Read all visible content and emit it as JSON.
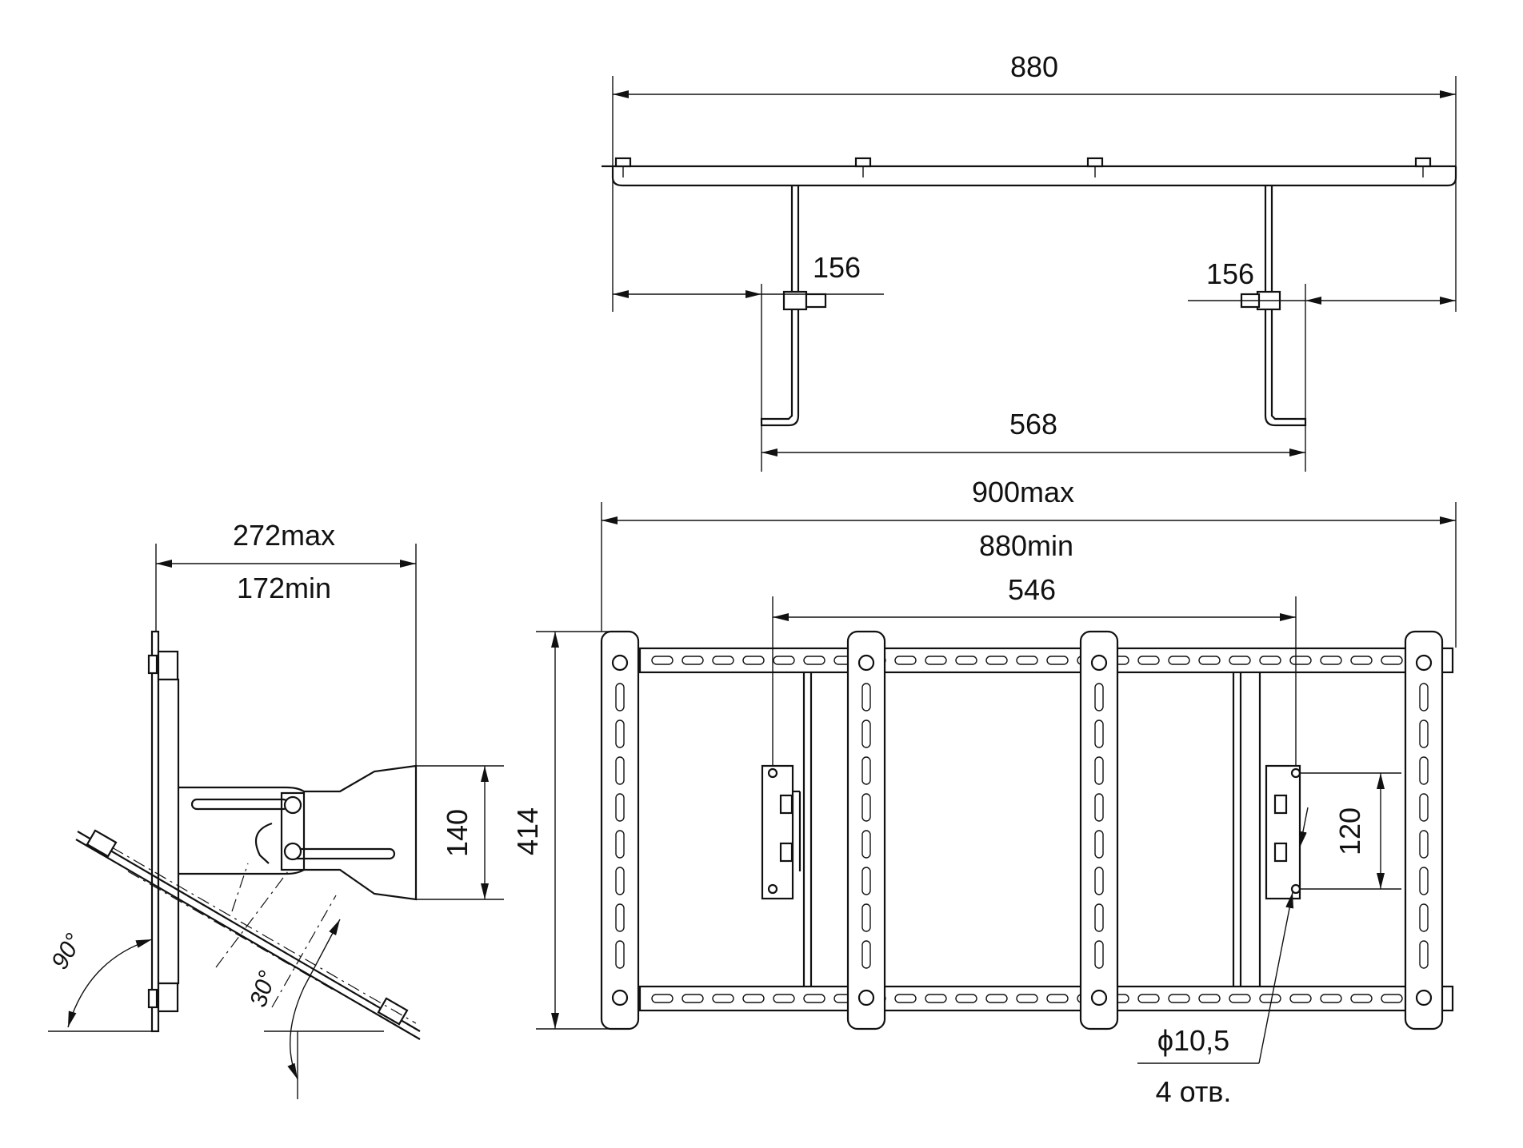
{
  "dimensions": {
    "top_width": "880",
    "left_offset": "156",
    "right_offset": "156",
    "span": "568",
    "front_max": "900max",
    "front_min": "880min",
    "hole_span": "546",
    "height": "414",
    "hole_pitch": "120",
    "hole_diameter": "ϕ10,5",
    "hole_count": "4 отв.",
    "depth_max": "272max",
    "depth_min": "172min",
    "clamp": "140",
    "angle_wall": "90°",
    "angle_tilt": "30°"
  },
  "colors": {
    "line": "#111111",
    "background": "#ffffff"
  }
}
